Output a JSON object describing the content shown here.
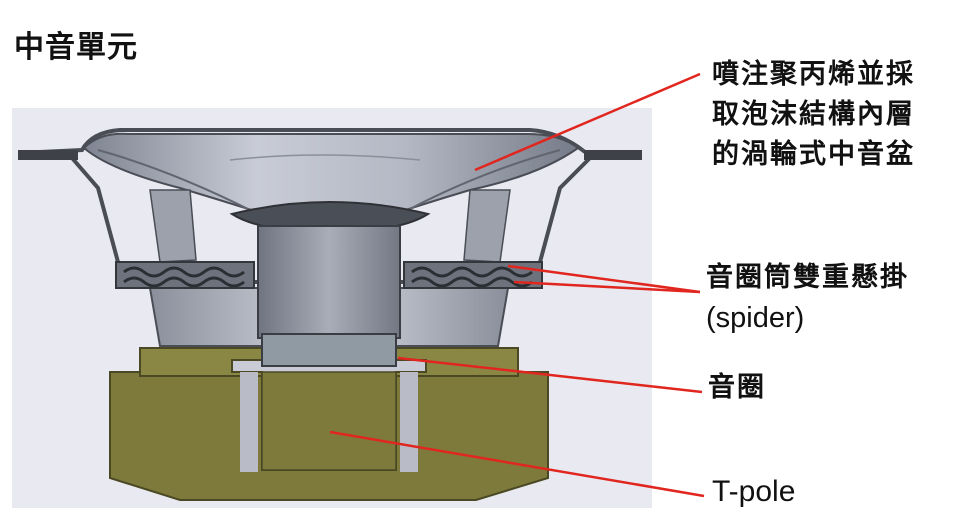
{
  "title": "中音單元",
  "callouts": {
    "cone": [
      "噴注聚丙烯並採",
      "取泡沫結構內層",
      "的渦輪式中音盆"
    ],
    "spider": "音圈筒雙重懸掛",
    "spider_sub": "(spider)",
    "voice_coil": "音圈",
    "tpole": "T-pole"
  },
  "colors": {
    "leader": "#e0261e",
    "magnet": "#7d7a3c",
    "frame": "#5a5d63",
    "background_panel": "#e9eaf1"
  }
}
